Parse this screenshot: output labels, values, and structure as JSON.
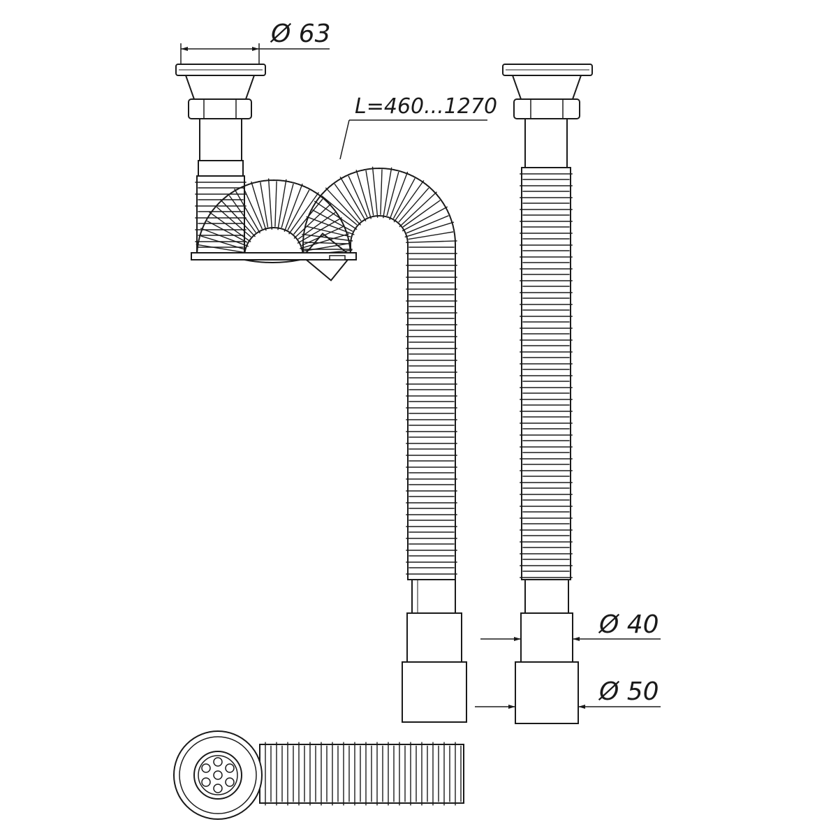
{
  "diagram": {
    "colors": {
      "line": "#1a1a1a",
      "fill": "#ffffff"
    },
    "dimensions": {
      "outlet_diameter": "Ø 63",
      "hose_length": "L=460...1270",
      "pipe_diameter": "Ø 40",
      "pipe_end_diameter": "Ø 50"
    },
    "views": [
      "s-trap-side-view",
      "straight-hose-view",
      "top-plan-view"
    ]
  }
}
